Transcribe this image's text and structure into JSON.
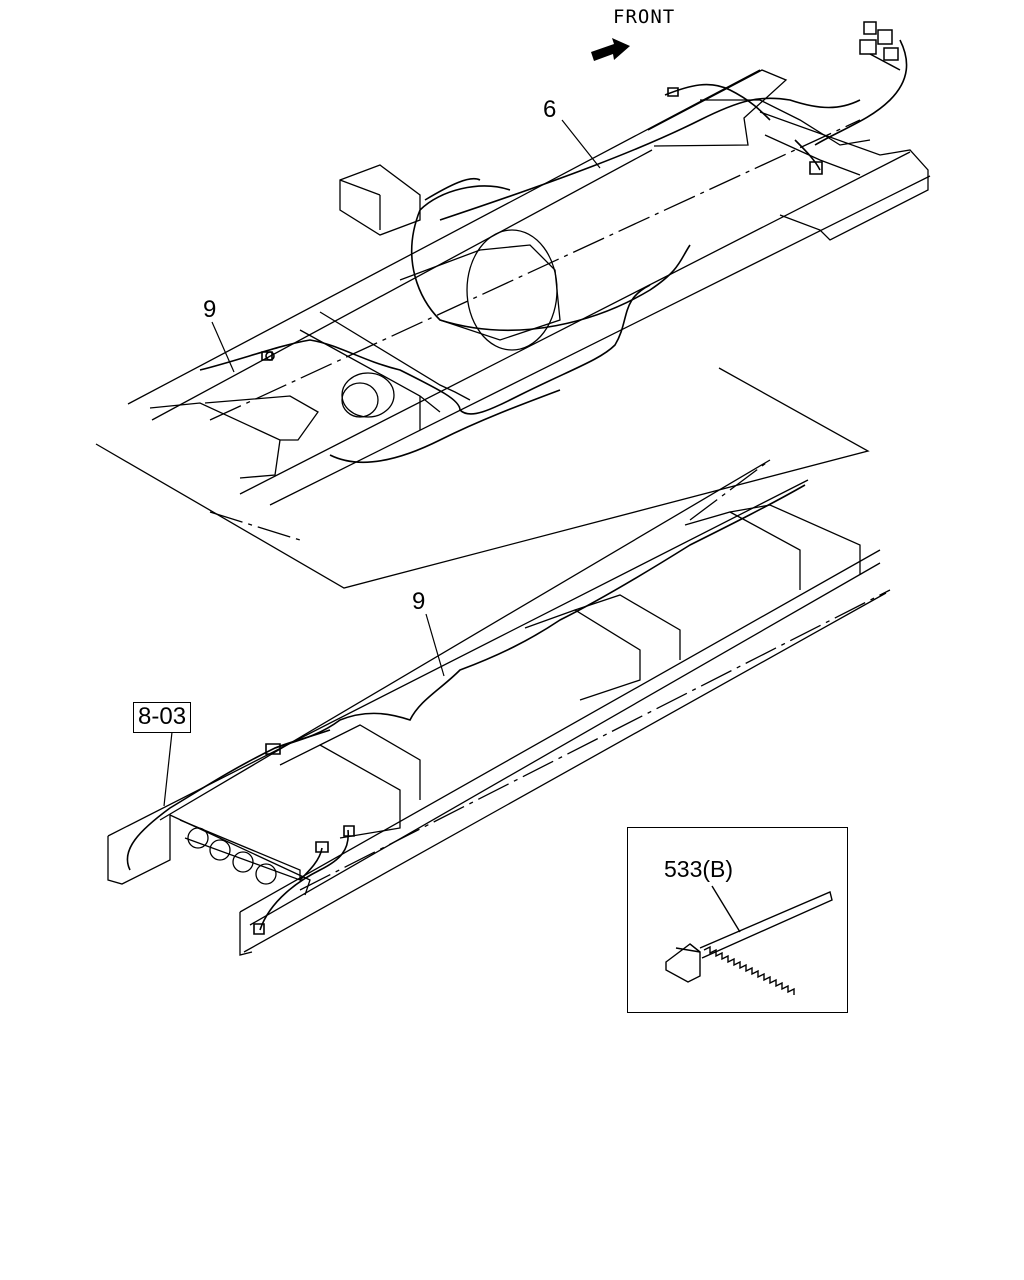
{
  "direction": {
    "label": "FRONT",
    "icon": "arrow-right-icon"
  },
  "callouts": {
    "upper_harness": "6",
    "upper_sub_harness": "9",
    "lower_sub_harness": "9",
    "reference_box": "8-03"
  },
  "inset": {
    "part_label": "533(B)",
    "icon": "cable-tie-icon"
  },
  "colors": {
    "ink": "#000000",
    "paper": "#ffffff"
  }
}
